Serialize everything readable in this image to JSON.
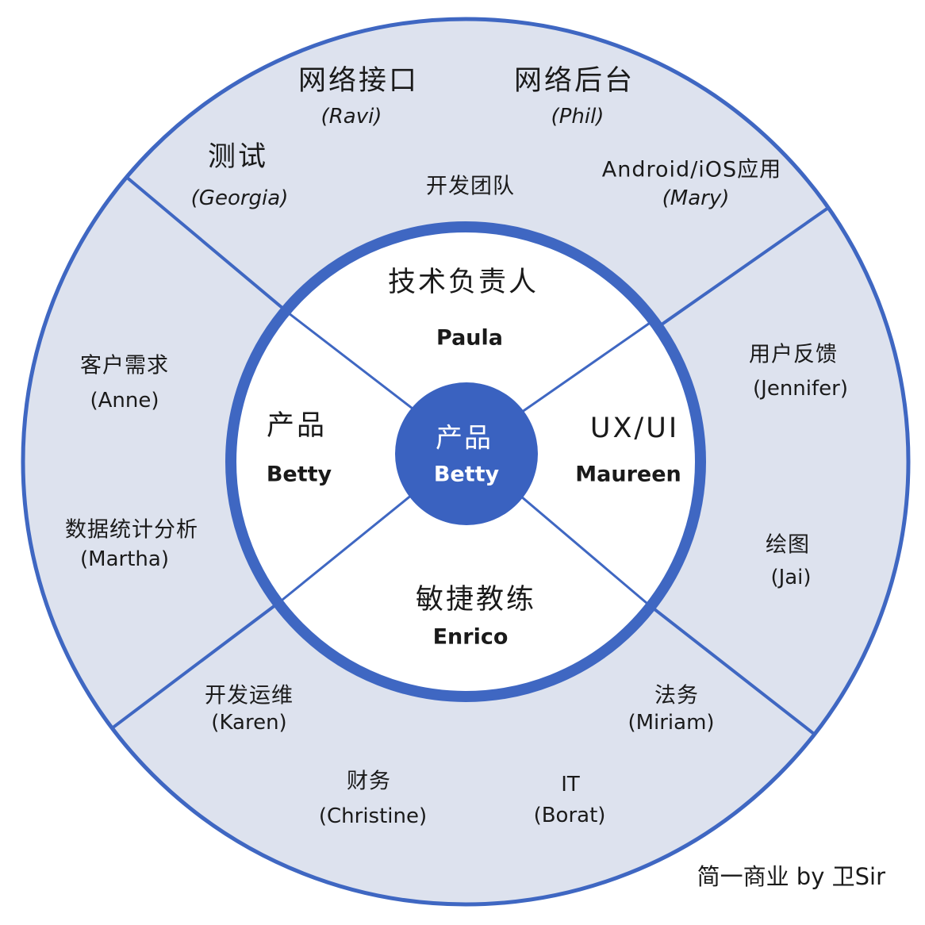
{
  "outer_ring": {
    "dev_team": {
      "label": "开发团队",
      "members": [
        {
          "role": "网络接口",
          "person": "(Ravi)"
        },
        {
          "role": "网络后台",
          "person": "(Phil)"
        },
        {
          "role": "测试",
          "person": "(Georgia)"
        },
        {
          "role": "Android/iOS应用",
          "person": "(Mary)"
        }
      ]
    },
    "left": [
      {
        "role": "客户需求",
        "person": "(Anne)"
      },
      {
        "role": "数据统计分析",
        "person": "(Martha)"
      }
    ],
    "right": [
      {
        "role": "用户反馈",
        "person": "(Jennifer)"
      },
      {
        "role": "绘图",
        "person": "(Jai)"
      }
    ],
    "bottom": [
      {
        "role": "开发运维",
        "person": "(Karen)"
      },
      {
        "role": "法务",
        "person": "(Miriam)"
      },
      {
        "role": "财务",
        "person": "(Christine)"
      },
      {
        "role": "IT",
        "person": "(Borat)"
      }
    ]
  },
  "inner_ring": {
    "top": {
      "role": "技术负责人",
      "person": "Paula"
    },
    "left": {
      "role": "产品",
      "person": "Betty"
    },
    "right": {
      "role": "UX/UI",
      "person": "Maureen"
    },
    "bottom": {
      "role": "敏捷教练",
      "person": "Enrico"
    }
  },
  "center": {
    "role": "产品",
    "person": "Betty"
  },
  "watermark": "简一商业 by 卫Sir",
  "colors": {
    "outer_fill": "#dde2ee",
    "ring_stroke": "#3f67c2",
    "inner_fill": "#ffffff",
    "center_fill": "#3a62c0"
  }
}
